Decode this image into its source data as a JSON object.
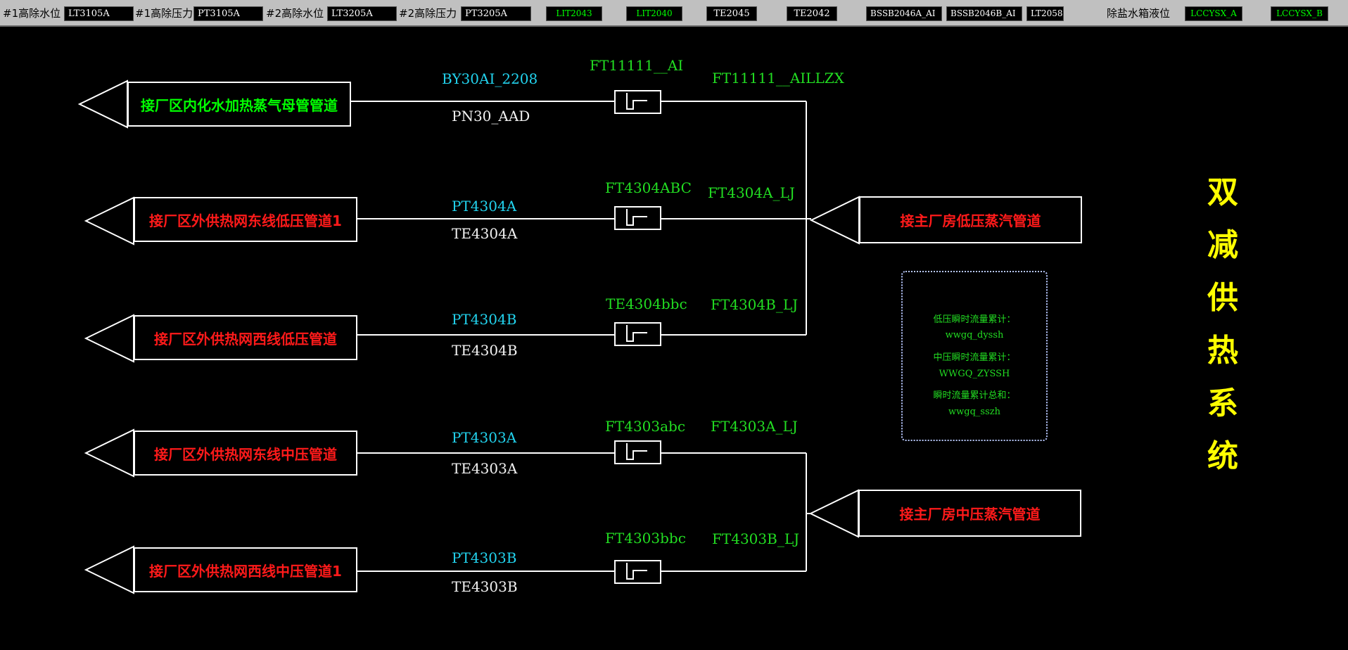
{
  "topbar": {
    "items": [
      {
        "label": "#1高除水位",
        "value": "LT3105A"
      },
      {
        "label": "#1高除压力",
        "value": "PT3105A"
      },
      {
        "label": "#2高除水位",
        "value": "LT3205A"
      },
      {
        "label": "#2高除压力",
        "value": "PT3205A"
      }
    ],
    "tags": [
      "LIT2043",
      "LIT2040",
      "TE2045",
      "TE2042",
      "BSSB2046A_AI",
      "BSSB2046B_AI",
      "LT2058"
    ],
    "tank_label": "除盐水箱液位",
    "tank_values": [
      "LCCYSX_A",
      "LCCYSX_B"
    ]
  },
  "lines": [
    {
      "name": "接厂区内化水加热蒸气母管管道",
      "color": "green",
      "top_tag": "BY30AI_2208",
      "bottom_tag": "PN30_AAD",
      "flow_tag": "FT11111__AI",
      "total_tag": "FT11111__AILLZX"
    },
    {
      "name": "接厂区外供热网东线低压管道1",
      "color": "red",
      "top_tag": "PT4304A",
      "bottom_tag": "TE4304A",
      "flow_tag": "FT4304ABC",
      "total_tag": "FT4304A_LJ"
    },
    {
      "name": "接厂区外供热网西线低压管道",
      "color": "red",
      "top_tag": "PT4304B",
      "bottom_tag": "TE4304B",
      "flow_tag": "TE4304bbc",
      "total_tag": "FT4304B_LJ"
    },
    {
      "name": "接厂区外供热网东线中压管道",
      "color": "red",
      "top_tag": "PT4303A",
      "bottom_tag": "TE4303A",
      "flow_tag": "FT4303abc",
      "total_tag": "FT4303A_LJ"
    },
    {
      "name": "接厂区外供热网西线中压管道1",
      "color": "red",
      "top_tag": "PT4303B",
      "bottom_tag": "TE4303B",
      "flow_tag": "FT4303bbc",
      "total_tag": "FT4303B_LJ"
    }
  ],
  "sources": {
    "low_pressure": "接主厂房低压蒸汽管道",
    "medium_pressure": "接主厂房中压蒸汽管道"
  },
  "summary": {
    "low_label": "低压瞬时流量累计：",
    "low_value": "wwgq_dyssh",
    "mid_label": "中压瞬时流量累计：",
    "mid_value": "WWGQ_ZYSSH",
    "total_label": "瞬时流量累计总和：",
    "total_value": "wwgq_sszh"
  },
  "title": "双减供热系统",
  "colors": {
    "background": "#000000",
    "green": "#22dd22",
    "red": "#ff1a1a",
    "cyan": "#22d3ee",
    "title": "#ffff00",
    "topbar": "#c0c0c0"
  }
}
